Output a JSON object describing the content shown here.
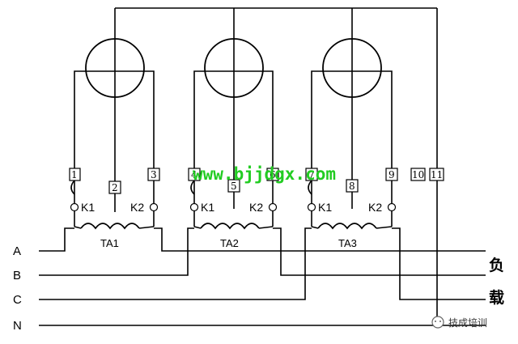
{
  "meters": [
    {
      "id": "meter-1",
      "terminals": [
        "1",
        "2",
        "3"
      ],
      "k1_label": "K1",
      "k2_label": "K2",
      "ta_label": "TA1"
    },
    {
      "id": "meter-2",
      "terminals": [
        "4",
        "5",
        "6"
      ],
      "k1_label": "K1",
      "k2_label": "K2",
      "ta_label": "TA2"
    },
    {
      "id": "meter-3",
      "terminals": [
        "7",
        "8",
        "9"
      ],
      "k1_label": "K1",
      "k2_label": "K2",
      "ta_label": "TA3"
    }
  ],
  "extra_terminals": [
    "10",
    "11"
  ],
  "phase_lines": [
    "A",
    "B",
    "C",
    "N"
  ],
  "load_label_top": "负",
  "load_label_bottom": "载",
  "watermark": "www.bjjdgx.com",
  "brand": "技成培训",
  "colors": {
    "watermark": "#22cc22",
    "line": "#000000"
  }
}
